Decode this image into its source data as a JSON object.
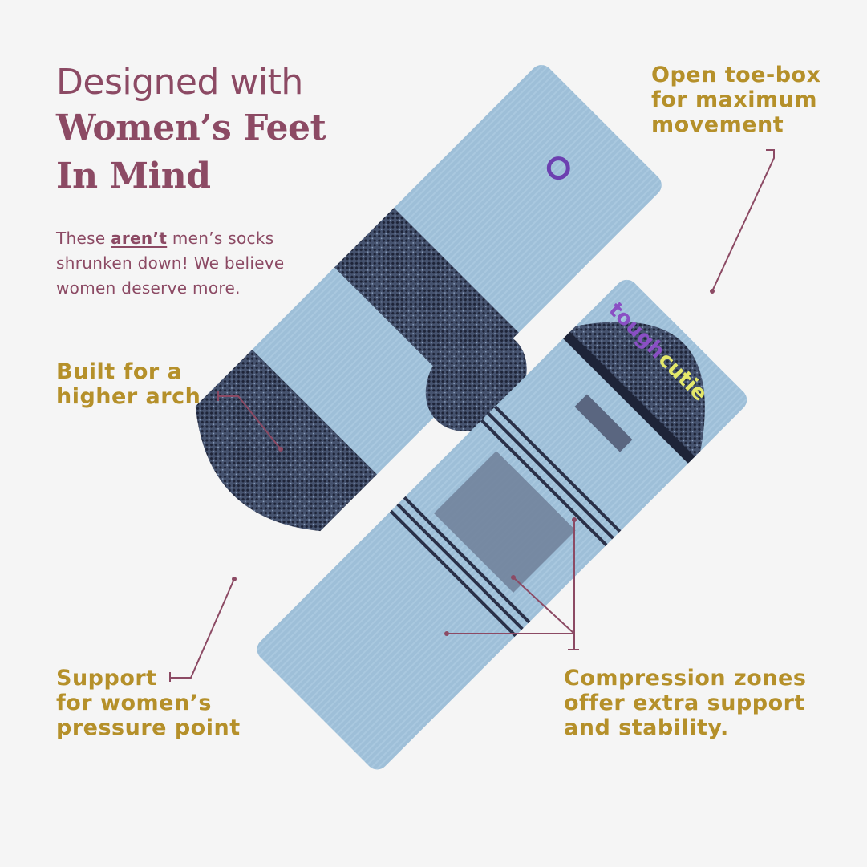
{
  "heading": {
    "line1": "Designed with",
    "line2": "Women’s Feet",
    "line3": "In Mind"
  },
  "intro": {
    "before": "These ",
    "emphasis": "aren’t",
    "after": " men’s socks shrunken down! We believe women deserve more."
  },
  "callouts": {
    "toe_box": {
      "line1": "Open toe-box",
      "line2": "for maximum",
      "line3": "movement"
    },
    "arch": {
      "line1": "Built for a",
      "line2": "higher arch"
    },
    "support": {
      "line1": "Support",
      "line2": "for women’s",
      "line3": "pressure point"
    },
    "compression": {
      "line1": "Compression zones",
      "line2": "offer extra support",
      "line3": "and stability."
    }
  },
  "brand": {
    "word1": "tough",
    "word2": "cutie"
  },
  "colors": {
    "background": "#f5f5f5",
    "heading": "#8c4a64",
    "callout": "#b5902a",
    "sock_light": "#9dbdd6",
    "sock_dark": "#3d4a66",
    "leader_line": "#8c4a64"
  }
}
